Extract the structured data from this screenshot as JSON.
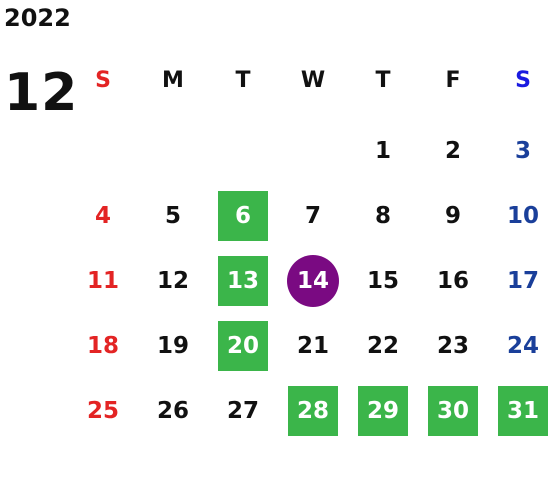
{
  "calendar": {
    "year": "2022",
    "month": "12",
    "weekdays": [
      "S",
      "M",
      "T",
      "W",
      "T",
      "F",
      "S"
    ],
    "weeks": [
      [
        "",
        "",
        "",
        "",
        "1",
        "2",
        "3"
      ],
      [
        "4",
        "5",
        "6",
        "7",
        "8",
        "9",
        "10"
      ],
      [
        "11",
        "12",
        "13",
        "14",
        "15",
        "16",
        "17"
      ],
      [
        "18",
        "19",
        "20",
        "21",
        "22",
        "23",
        "24"
      ],
      [
        "25",
        "26",
        "27",
        "28",
        "29",
        "30",
        "31"
      ]
    ],
    "highlighted_days": [
      "6",
      "13",
      "20",
      "28",
      "29",
      "30",
      "31"
    ],
    "selected_day": "14",
    "colors": {
      "sunday": "#e32424",
      "saturday_header": "#1a1ae0",
      "saturday": "#1a3f9a",
      "highlight": "#3bb54a",
      "selected": "#7a0a82"
    }
  }
}
